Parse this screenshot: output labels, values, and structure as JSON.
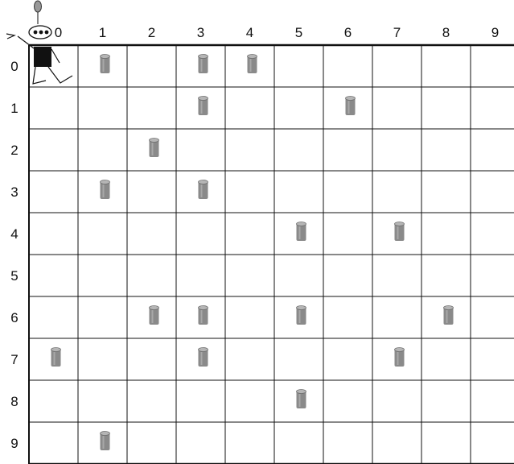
{
  "grid": {
    "rows": 10,
    "cols": 10,
    "col_labels": [
      "0",
      "1",
      "2",
      "3",
      "4",
      "5",
      "6",
      "7",
      "8",
      "9"
    ],
    "row_labels": [
      "0",
      "1",
      "2",
      "3",
      "4",
      "5",
      "6",
      "7",
      "8",
      "9"
    ]
  },
  "robot": {
    "row": 0,
    "col": 0
  },
  "cans": [
    {
      "row": 0,
      "col": 1
    },
    {
      "row": 0,
      "col": 3
    },
    {
      "row": 0,
      "col": 4
    },
    {
      "row": 1,
      "col": 3
    },
    {
      "row": 1,
      "col": 6
    },
    {
      "row": 2,
      "col": 2
    },
    {
      "row": 3,
      "col": 1
    },
    {
      "row": 3,
      "col": 3
    },
    {
      "row": 4,
      "col": 5
    },
    {
      "row": 4,
      "col": 7
    },
    {
      "row": 6,
      "col": 2
    },
    {
      "row": 6,
      "col": 3
    },
    {
      "row": 6,
      "col": 5
    },
    {
      "row": 6,
      "col": 8
    },
    {
      "row": 7,
      "col": 0
    },
    {
      "row": 7,
      "col": 3
    },
    {
      "row": 7,
      "col": 7
    },
    {
      "row": 8,
      "col": 5
    },
    {
      "row": 9,
      "col": 1
    }
  ],
  "colors": {
    "grid_line": "#111111",
    "can_fill": "#8a8a8a",
    "robot_body": "#111111"
  },
  "icons": {
    "robot": "robot-icon",
    "can": "can-icon"
  }
}
